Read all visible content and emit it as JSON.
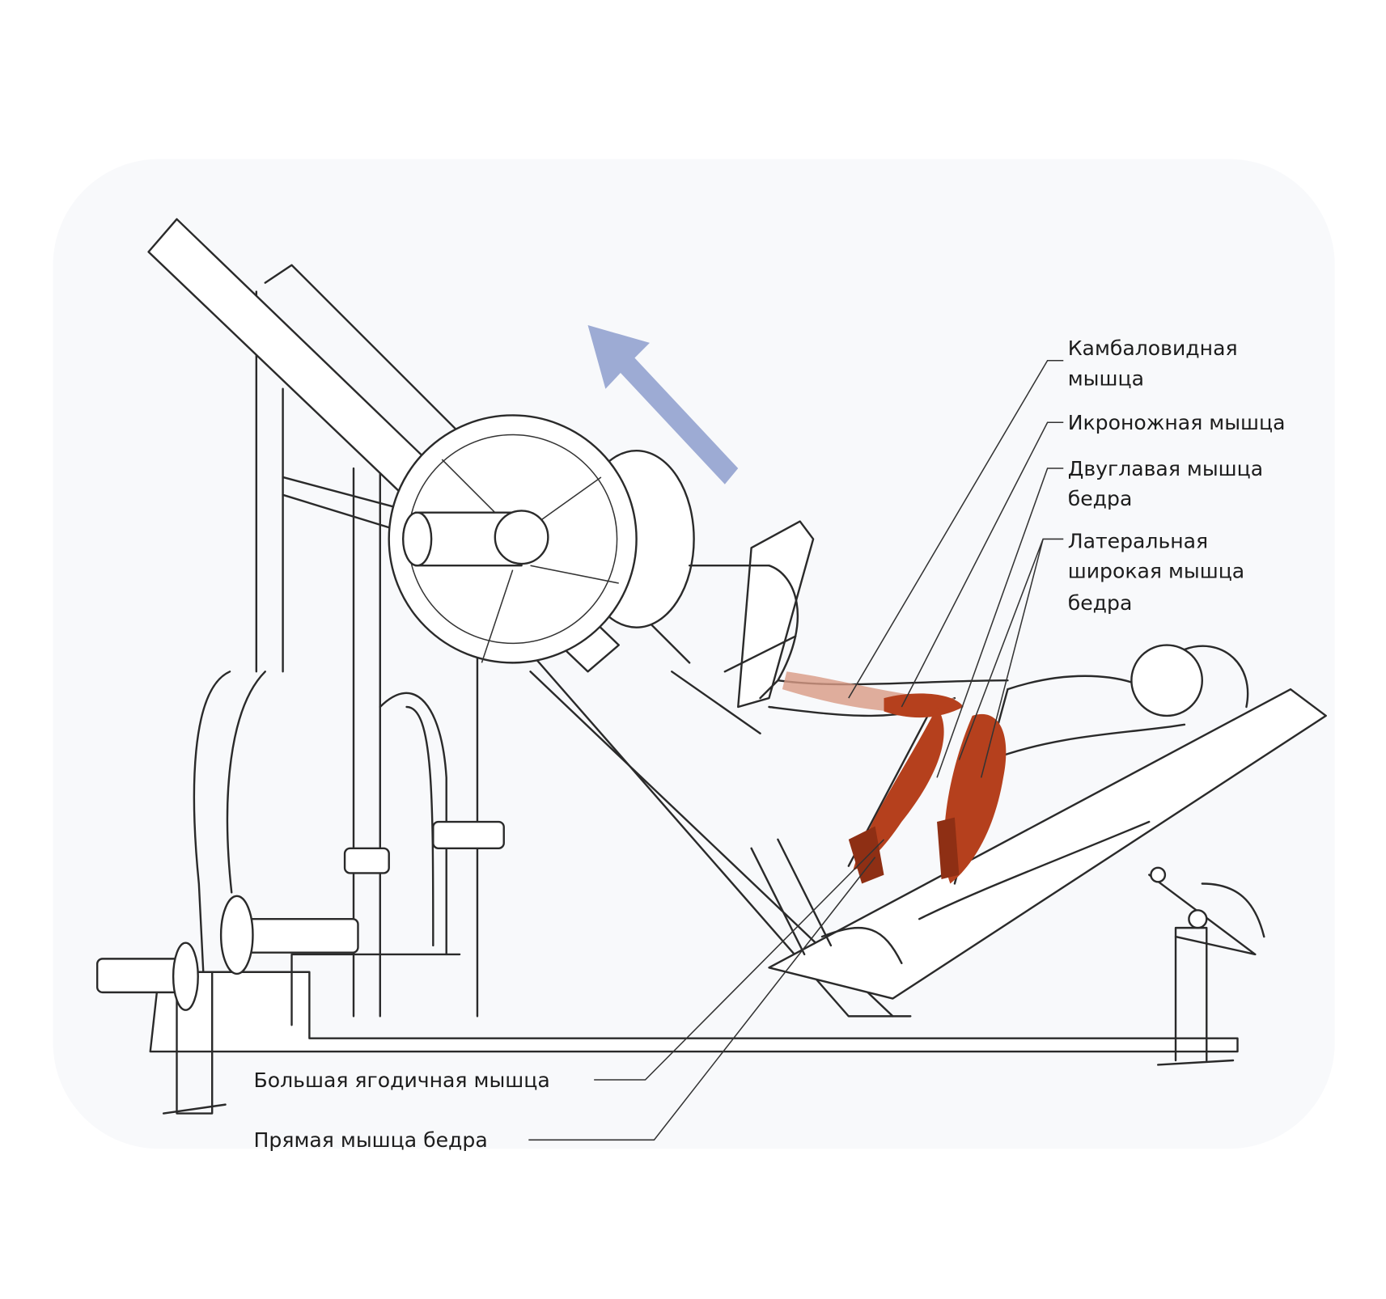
{
  "title": "Leg press muscle diagram",
  "colors": {
    "muscle": "#b5401d",
    "muscle_dark": "#7a2410",
    "arrow": "#8d9dcc",
    "line": "#2a2a2a"
  },
  "labels": {
    "soleus": [
      "Камбаловидная",
      "мышца"
    ],
    "gastrocnemius": [
      "Икроножная мышца"
    ],
    "biceps_femoris": [
      "Двуглавая мышца",
      "бедра"
    ],
    "vastus_lateralis": [
      "Латеральная",
      "широкая мышца",
      "бедра"
    ],
    "gluteus_maximus": [
      "Большая ягодичная мышца"
    ],
    "rectus_femoris": [
      "Прямая мышца бедра"
    ]
  },
  "arrow": {
    "icon": "movement-direction-arrow",
    "direction": "up-left"
  }
}
